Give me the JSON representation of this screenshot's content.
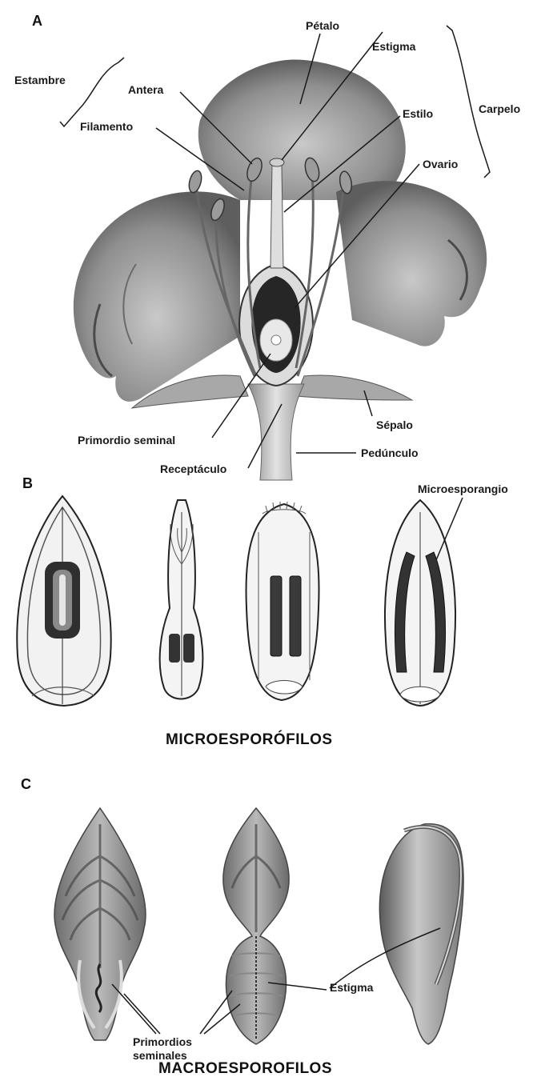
{
  "panels": {
    "a": "A",
    "b": "B",
    "c": "C"
  },
  "flower_labels": {
    "estambre": "Estambre",
    "antera": "Antera",
    "filamento": "Filamento",
    "petalo": "Pétalo",
    "estigma": "Estigma",
    "estilo": "Estilo",
    "ovario": "Ovario",
    "carpelo": "Carpelo",
    "primordio_seminal": "Primordio seminal",
    "receptaculo": "Receptáculo",
    "sepalo": "Sépalo",
    "pedunculo": "Pedúnculo"
  },
  "micro": {
    "label": "Microesporangio",
    "caption": "MICROESPORÓFILOS"
  },
  "macro": {
    "primordios_line1": "Primordios",
    "primordios_line2": "seminales",
    "estigma": "Estigma",
    "caption": "MACROESPOROFILOS"
  },
  "colors": {
    "ink": "#1a1a1a",
    "petal": "#8e8e8e",
    "petal_light": "#b5b5b5",
    "dark": "#2e2e2e",
    "sporangium": "#3a3a3a"
  }
}
